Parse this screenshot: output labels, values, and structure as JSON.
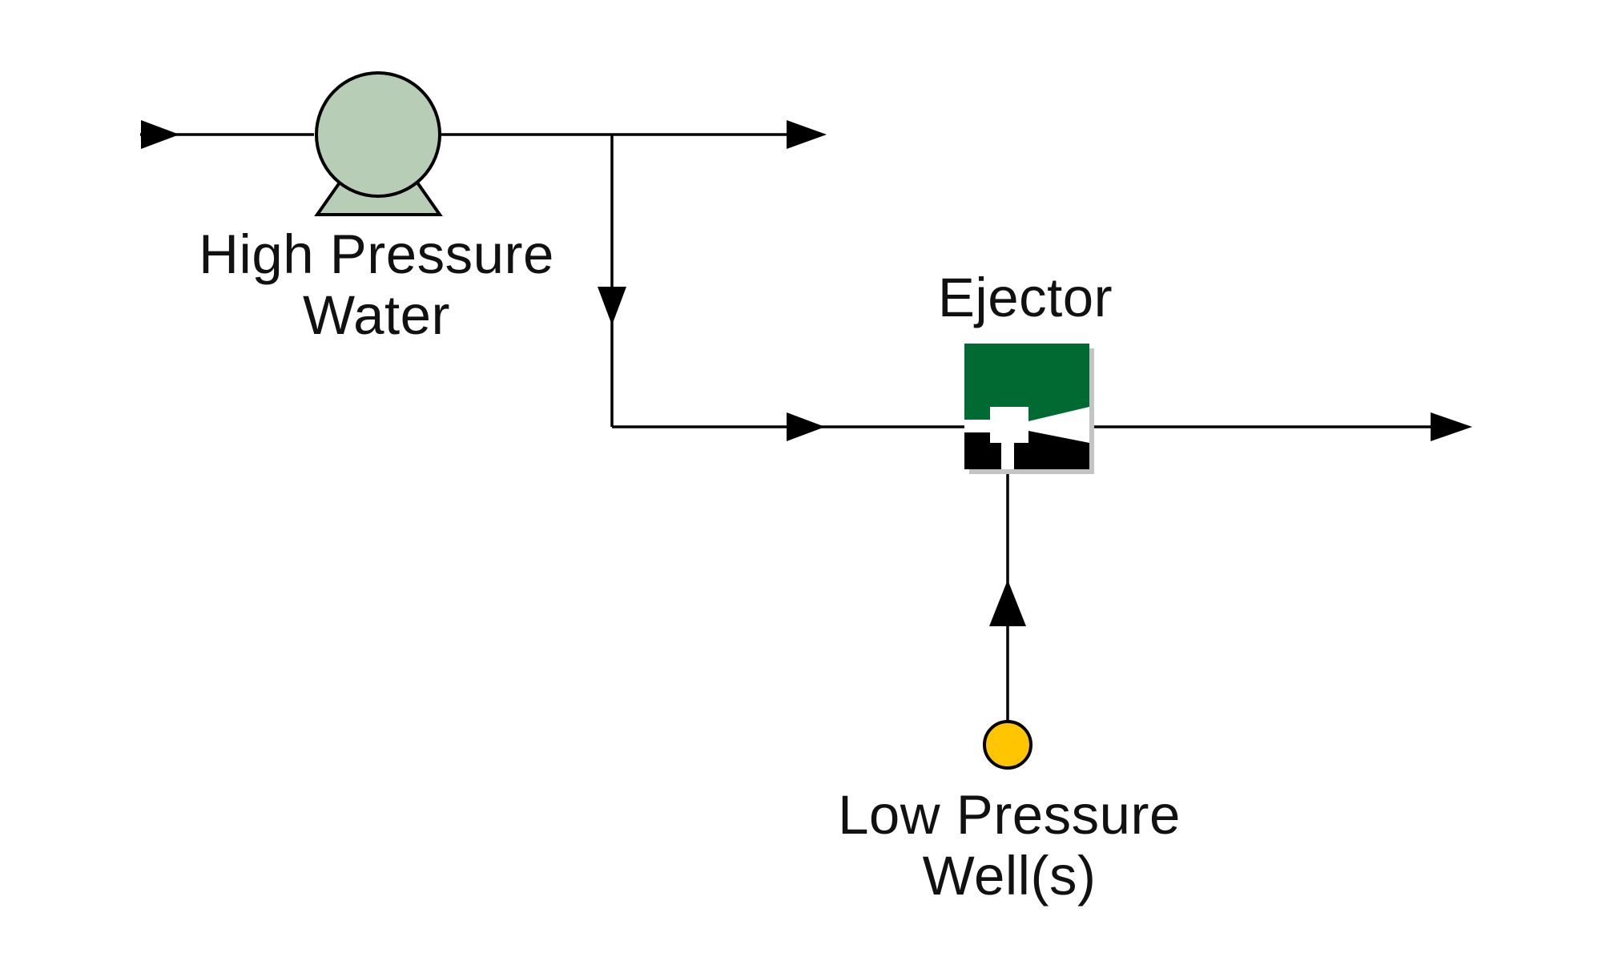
{
  "diagram": {
    "pump": {
      "label_line1": "High Pressure",
      "label_line2": "Water",
      "icon": "centrifugal-pump-icon"
    },
    "ejector": {
      "label": "Ejector",
      "icon": "ejector-icon"
    },
    "well": {
      "label_line1": "Low Pressure",
      "label_line2": "Well(s)",
      "icon": "well-source-icon"
    }
  },
  "colors": {
    "pump_fill": "#b7cdb6",
    "ejector_green": "#006a33",
    "ejector_black": "#000000",
    "well_fill": "#ffc600",
    "line": "#000000"
  }
}
